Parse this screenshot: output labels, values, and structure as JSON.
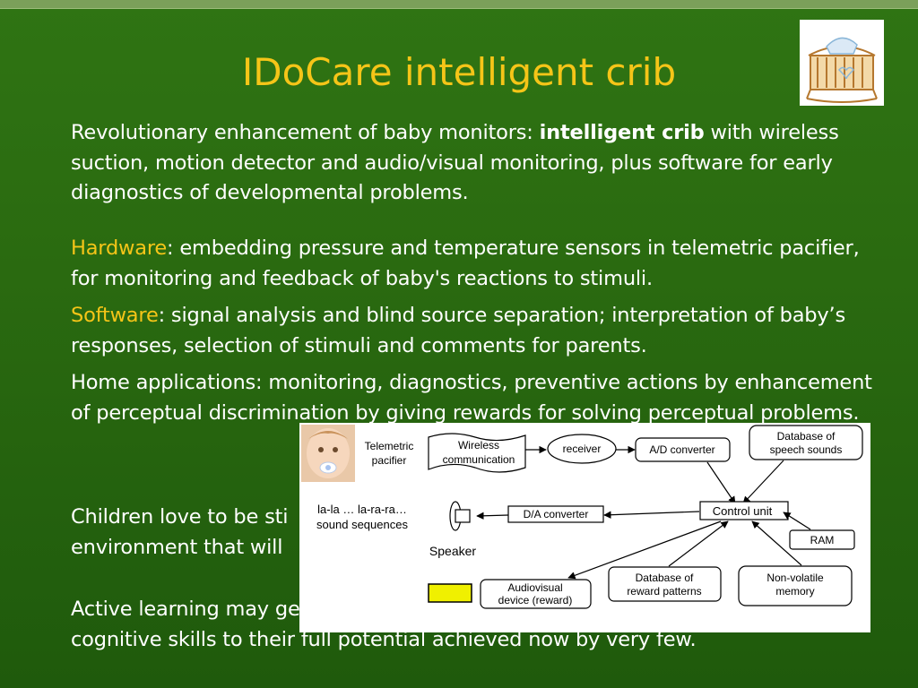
{
  "title": "IDoCare intelligent crib",
  "intro": {
    "before": "Revolutionary enhancement of baby monitors: ",
    "bold": "intelligent crib",
    "after": " with wireless suction, motion detector and audio/visual monitoring, plus software for early diagnostics of developmental problems."
  },
  "hardware": {
    "label": "Hardware",
    "text": ": embedding pressure and temperature sensors in telemetric pacifier, for monitoring and feedback of baby's reactions to stimuli."
  },
  "software": {
    "label": "Software",
    "text": ": signal analysis and blind source separation; interpretation of baby’s responses, selection of stimuli and comments for parents."
  },
  "home": "Home applications: monitoring, diagnostics, preventive actions by enhancement of perceptual discrimination by giving rewards for solving perceptual problems.",
  "children": "Children love to be sti",
  "children2": "environment that will",
  "active": "Active learning may ge",
  "active2": "cognitive skills to their full potential achieved now by very few.",
  "diagram": {
    "pacifier": [
      "Telemetric",
      "pacifier"
    ],
    "wireless": [
      "Wireless",
      "communication"
    ],
    "receiver": "receiver",
    "ad": "A/D converter",
    "db_speech": [
      "Database of",
      "speech sounds"
    ],
    "sounds": [
      "la-la … la-ra-ra…",
      "sound sequences"
    ],
    "da": "D/A converter",
    "control": "Control unit",
    "ram": "RAM",
    "speaker": "Speaker",
    "av": [
      "Audiovisual",
      "device (reward)"
    ],
    "db_reward": [
      "Database of",
      "reward patterns"
    ],
    "nonvol": [
      "Non-volatile",
      "memory"
    ]
  },
  "colors": {
    "title": "#f5c518",
    "background": "#2a6a10",
    "reward_device": "#f0f000"
  }
}
